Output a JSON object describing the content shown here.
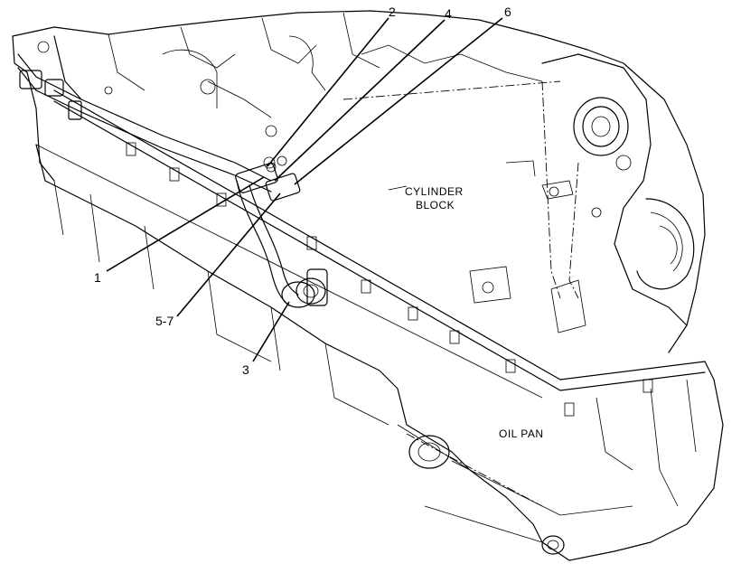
{
  "labels": {
    "cylinder_block_line1": "CYLINDER",
    "cylinder_block_line2": "BLOCK",
    "oil_pan": "OIL PAN"
  },
  "callouts": {
    "c1": "1",
    "c2": "2",
    "c3": "3",
    "c4": "4",
    "c5_7": "5-7",
    "c6": "6"
  }
}
